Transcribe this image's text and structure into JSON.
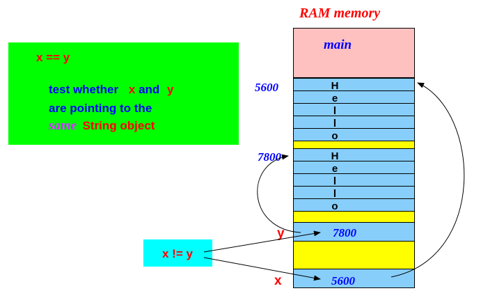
{
  "title": "RAM memory",
  "main_label": "main",
  "compare_box": {
    "expr": "x == y",
    "line1_prefix": "test whether",
    "var_x": "x",
    "word_and": "and",
    "var_y": "y",
    "line2": "are pointing to the",
    "word_same": "same",
    "line3_suffix": "String object"
  },
  "neq_box": {
    "expr": "x != y"
  },
  "addresses": {
    "first": "5600",
    "second": "7800"
  },
  "string_chars": [
    "H",
    "e",
    "l",
    "l",
    "o"
  ],
  "variables": {
    "y": {
      "name": "y",
      "value": "7800"
    },
    "x": {
      "name": "x",
      "value": "5600"
    }
  },
  "colors": {
    "green_box": "#00ff00",
    "cyan_box": "#00ffff",
    "cell_blue": "#87cefa",
    "cell_yellow": "#ffff00",
    "main_pink": "#ffc0c0",
    "text_red": "#ff0000",
    "text_blue": "#0000ff",
    "text_purple": "#cc33ff"
  }
}
